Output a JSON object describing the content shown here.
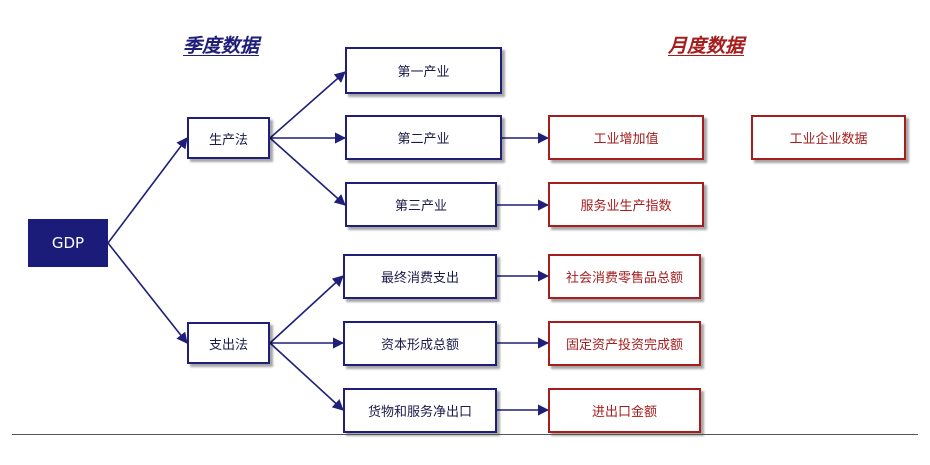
{
  "headings": {
    "quarterly": "季度数据",
    "monthly": "月度数据"
  },
  "root": {
    "label": "GDP"
  },
  "methods": {
    "production": "生产法",
    "expenditure": "支出法"
  },
  "production_items": [
    "第一产业",
    "第二产业",
    "第三产业"
  ],
  "expenditure_items": [
    "最终消费支出",
    "资本形成总额",
    "货物和服务净出口"
  ],
  "monthly_items": [
    "工业增加值",
    "服务业生产指数",
    "社会消费零售品总额",
    "固定资产投资完成额",
    "进出口金额"
  ],
  "side_item": "工业企业数据",
  "colors": {
    "navy": "#1f1f7a",
    "gdp_fill": "#1b1b7a",
    "red": "#a51d1d"
  }
}
